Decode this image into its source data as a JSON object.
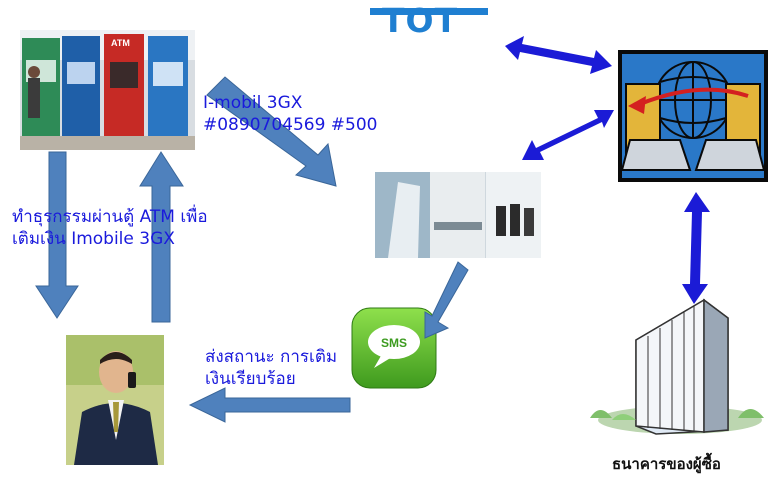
{
  "logo": {
    "text": "TOT"
  },
  "labels": {
    "topup_sms": [
      "I-mobil 3GX",
      "#0890704569 #500"
    ],
    "atm_topup": [
      "ทำธุรกรรมผ่านตู้ ATM เพื่อ",
      "เติมเงิน Imobile 3GX"
    ],
    "sms_status": [
      "ส่งสถานะ การเติม",
      "เงินเรียบร้อย"
    ],
    "bank_caption": "ธนาคารของผู้ซื้อ"
  },
  "sms_icon": {
    "text": "SMS"
  },
  "atm_sign": {
    "text": "ATM"
  },
  "colors": {
    "arrow_slate": "#4f81bd",
    "arrow_blue": "#1b1bd6",
    "label_blue": "#1a1adc",
    "logo_blue": "#1f7fd1",
    "sms_green": "#5cb82e"
  }
}
